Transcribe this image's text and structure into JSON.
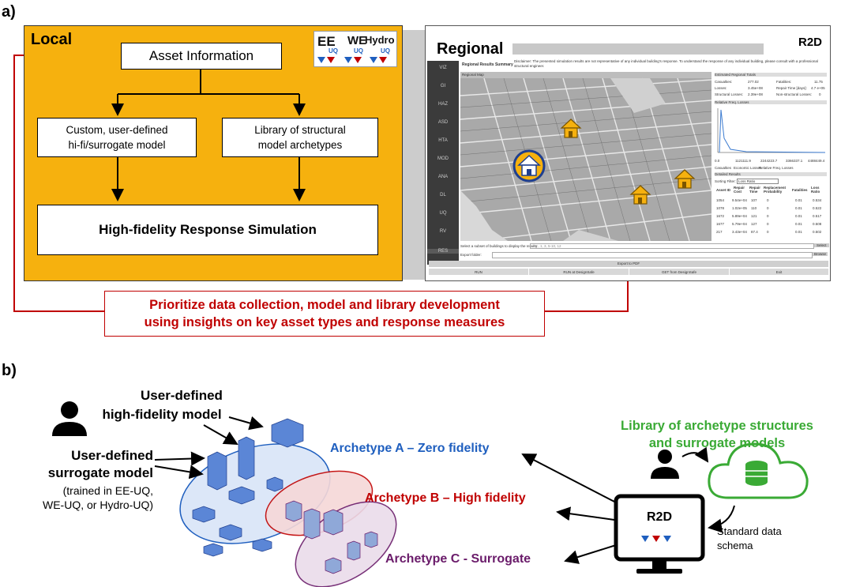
{
  "panel_a": {
    "label": "a)",
    "local": {
      "title": "Local",
      "asset_information": "Asset Information",
      "custom_model_line1": "Custom, user-defined",
      "custom_model_line2": "hi-fi/surrogate model",
      "library_line1": "Library of structural",
      "library_line2": "model archetypes",
      "simulation": "High-fidelity Response Simulation",
      "logos": [
        "EE",
        "WE",
        "Hydro"
      ],
      "logo_sub": "UQ"
    },
    "regional": {
      "title": "Regional",
      "app_logo": "R2D",
      "tab_label": "Regional Results Summary",
      "disclaimer": "Disclaimer: The presented simulation results are not representative of any individual building's response. To understand the response of any individual building, please consult with a professional structural engineer.",
      "nav_items": [
        "VIZ",
        "GI",
        "HAZ",
        "ASD",
        "HTA",
        "MOD",
        "ANA",
        "DL",
        "UQ",
        "RV",
        "RES"
      ],
      "map_label": "Regional Map",
      "summary": {
        "header": "Estimated Regional Totals",
        "rows": [
          [
            "Casualties:",
            "277.02",
            "Fatalities:",
            "11.75"
          ],
          [
            "Losses:",
            "3.45e+08",
            "Repair Time [days]:",
            "4.7 e+05"
          ],
          [
            "Structural Losses:",
            "2.39e+08",
            "Non-structural Losses:",
            "0"
          ]
        ]
      },
      "chart_label": "Relative Freq. Losses",
      "chart_ticks": [
        "0.0",
        "1121111.9",
        "2244223.7",
        "3366337.1",
        "4488449.4"
      ],
      "result_tabs": [
        "Casualties",
        "Economic Losses",
        "Relative Freq. Losses"
      ],
      "detailed_label": "Detailed Results",
      "sorting_label": "Sorting Filter:",
      "sorting_value": "Loss Ratio",
      "table": {
        "columns": [
          "Asset ID",
          "Repair Cost",
          "Repair Time",
          "Replacement Probability",
          "Fatalities",
          "Loss Ratio"
        ],
        "rows": [
          [
            "1054",
            "9.54e+04",
            "107",
            "0",
            "0.01",
            "0.534"
          ],
          [
            "1078",
            "1.02e+05",
            "110",
            "0",
            "0.01",
            "0.522"
          ],
          [
            "1672",
            "5.89e+04",
            "121",
            "0",
            "0.01",
            "0.517"
          ],
          [
            "1677",
            "5.79e+04",
            "127",
            "0",
            "0.01",
            "0.508"
          ],
          [
            "217",
            "3.43e+04",
            "87.4",
            "0",
            "0.01",
            "0.502"
          ]
        ]
      },
      "subset_label": "Select a subset of buildings to display the results:",
      "subset_placeholder": "e.g., 1, 3, 5-10, 12",
      "select_button": "Select",
      "export_label": "Export folder:",
      "browse_button": "Browse",
      "export_pdf": "Export to PDF",
      "buttons": [
        "RUN",
        "RUN at DesignSafe",
        "GET from DesignSafe",
        "Exit"
      ]
    },
    "feedback_line1": "Prioritize data collection, model and library development",
    "feedback_line2": "using insights on key asset types and response measures"
  },
  "panel_b": {
    "label": "b)",
    "hifi_line1": "User-defined",
    "hifi_line2": "high-fidelity model",
    "surrogate_line1": "User-defined",
    "surrogate_line2": "surrogate model",
    "trained_line1": "(trained in EE-UQ,",
    "trained_line2": "WE-UQ, or Hydro-UQ)",
    "archetype_a": "Archetype A – Zero fidelity",
    "archetype_b": "Archetype B – High fidelity",
    "archetype_c": "Archetype C - Surrogate",
    "library_line1": "Library of archetype structures",
    "library_line2": "and surrogate models",
    "schema_line1": "Standard data",
    "schema_line2": "schema",
    "monitor_label": "R2D"
  },
  "colors": {
    "local_bg": "#f6b10e",
    "feedback": "#c00000",
    "archetype_a": "#1f5fbf",
    "archetype_b": "#c00000",
    "archetype_c": "#6a1b6a",
    "library": "#3aaa35"
  }
}
